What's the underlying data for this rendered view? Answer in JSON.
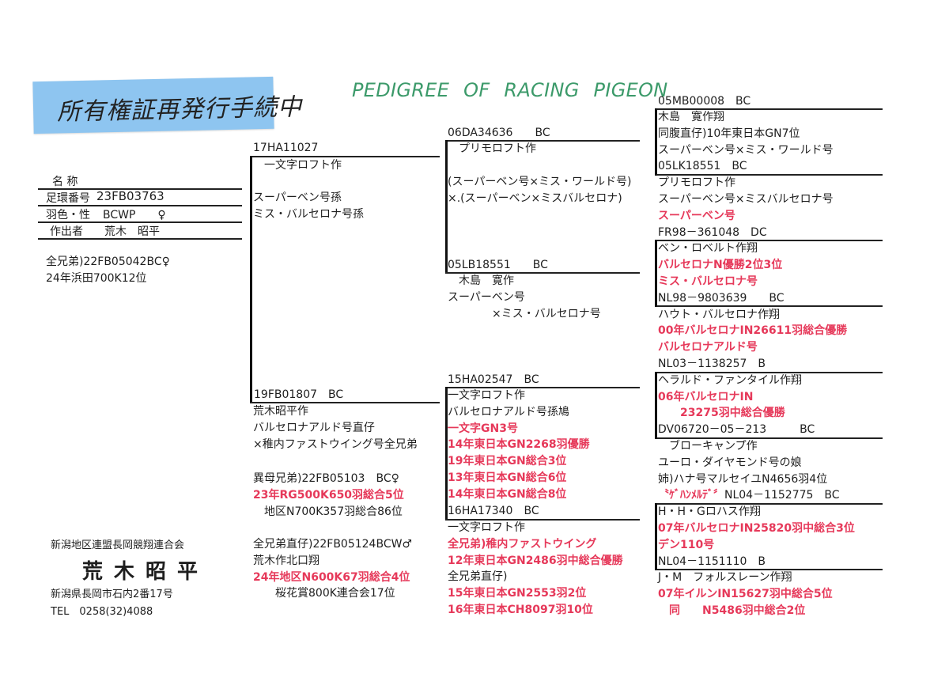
{
  "sticky_note": {
    "text": "所有権証再発行手続中"
  },
  "title": "PEDIGREE OF RACING PIGEON",
  "info": {
    "name_label": "名 称",
    "ring_label": "足環番号",
    "ring_value": "23FB03763",
    "color_sex_label": "羽色・性",
    "color_sex_value": "BCWP　　♀",
    "breeder_label": "作出者",
    "breeder_value": "荒木　昭平",
    "sibling_note": [
      "全兄弟)22FB05042BC♀",
      "24年浜田700K12位"
    ]
  },
  "owner": {
    "club": "新潟地区連盟長岡競翔連合会",
    "name": "荒木昭平",
    "address": "新潟県長岡市石内2番17号",
    "tel": "TEL　0258(32)4088"
  },
  "gen1": {
    "sire_ring": "17HA11027",
    "sire_breeder": [
      "　一文字ロフト作"
    ],
    "sire_desc": [
      "スーパーベン号孫",
      "ミス・バルセロナ号孫"
    ],
    "dam_ring": "19FB01807　BC",
    "dam_desc": [
      "荒木昭平作",
      "バルセロナアルド号直仔",
      "×稚内ファストウイング号全兄弟"
    ],
    "sibling1": [
      "異母兄弟)22FB05103　BC♀",
      {
        "text": "23年RG500K650羽総合5位",
        "red": true
      },
      "　地区N700K357羽総合86位"
    ],
    "sibling2": [
      "全兄弟直仔)22FB05124BCW♂",
      "荒木作北口翔",
      {
        "text": "24年地区N600K67羽総合4位",
        "red": true
      },
      "　　桜花賞800K連合会17位"
    ]
  },
  "gen2": {
    "ss_ring": "06DA34636　　BC",
    "ss_breeder": [
      "　プリモロフト作"
    ],
    "ss_desc": [
      "(スーパーベン号×ミス・ワールド号)",
      "×.(スーパーベン×ミスバルセロナ)"
    ],
    "sd_ring": "05LB18551　　BC",
    "sd_desc": [
      "　木島　寛作",
      "スーパーベン号",
      "　　　　×ミス・バルセロナ号"
    ],
    "ds_ring": "15HA02547　BC",
    "ds_desc": [
      "一文字ロフト作",
      "バルセロナアルド号孫鳩",
      {
        "text": "一文字GN3号",
        "red": true
      },
      {
        "text": "14年東日本GN2268羽優勝",
        "red": true
      },
      {
        "text": "19年東日本GN総合3位",
        "red": true
      },
      {
        "text": "13年東日本GN総合6位",
        "red": true
      },
      {
        "text": "14年東日本GN総合8位",
        "red": true
      },
      "16HA17340　BC"
    ],
    "dd_desc": [
      "一文字ロフト作",
      {
        "text": "全兄弟)稚内ファストウイング",
        "red": true
      },
      {
        "text": "12年東日本GN2486羽中総合優勝",
        "red": true
      },
      "全兄弟直仔)",
      {
        "text": "15年東日本GN2553羽2位",
        "red": true
      },
      {
        "text": "16年東日本CH8097羽10位",
        "red": true
      }
    ]
  },
  "gen3": {
    "top_ring": "05MB00008　BC",
    "lines": [
      "木島　寛作翔",
      "同腹直仔)10年東日本GN7位",
      "スーパーベン号×ミス・ワールド号",
      "05LK18551　BC",
      "プリモロフト作",
      "スーパーベン号×ミスバルセロナ号",
      {
        "text": "スーパーベン号",
        "red": true
      },
      "FR98－361048　DC",
      "ベン・ロベルト作翔",
      {
        "text": "バルセロナN優勝2位3位",
        "red": true
      },
      {
        "text": "ミス・バルセロナ号",
        "red": true
      },
      "NL98－9803639　　BC",
      "ハウト・バルセロナ作翔",
      {
        "text": "00年バルセロナIN26611羽総合優勝",
        "red": true
      },
      {
        "text": "バルセロナアルド号",
        "red": true
      },
      "NL03－1138257　B",
      "ヘラルド・ファンタイル作翔",
      {
        "text": "06年バルセロナIN",
        "red": true
      },
      {
        "text": "　　23275羽中総合優勝",
        "red": true
      },
      "DV06720－05－213　　　BC",
      "　ブローキャンプ作",
      "ユーロ・ダイヤモンド号の娘",
      "姉)ハナ号マルセイユN4656羽4位",
      {
        "parts": [
          {
            "text": "〝ｹﾞﾊﾝﾒﾙﾃﾞ〞",
            "red": true
          },
          {
            "text": "NL04－1152775　BC"
          }
        ]
      },
      "H・H・Gロハス作翔",
      {
        "text": "07年バルセロナIN25820羽中総合3位",
        "red": true
      },
      {
        "text": "デン110号",
        "red": true
      },
      "NL04－1151110　B",
      "J・M　フォルスレーン作翔",
      {
        "text": "07年イルンIN15627羽中総合5位",
        "red": true
      },
      {
        "text": "　同　　N5486羽中総合2位",
        "red": true
      }
    ]
  }
}
